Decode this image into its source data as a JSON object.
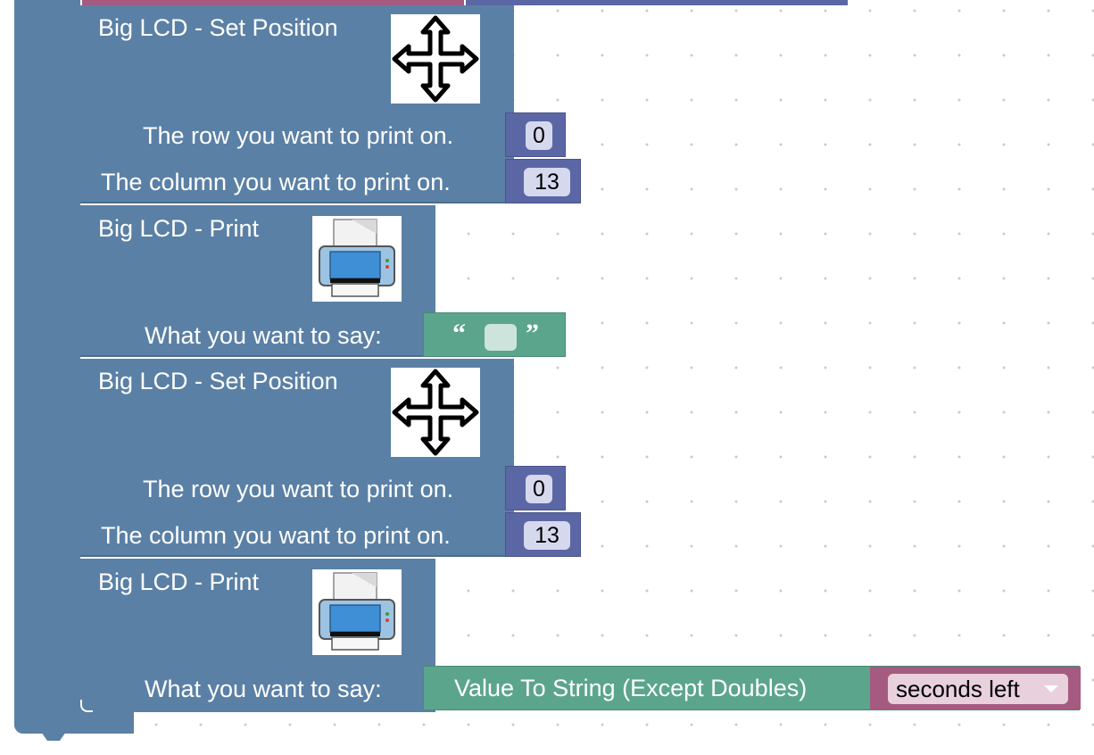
{
  "blocks": [
    {
      "title": "Big LCD - Set Position",
      "icon": "move-arrows-icon",
      "row_label": "The row you want to print on.",
      "row_value": "0",
      "col_label": "The column you want to print on.",
      "col_value": "13"
    },
    {
      "title": "Big LCD - Print",
      "icon": "printer-icon",
      "say_label": "What you want to say:",
      "say_value": ""
    },
    {
      "title": "Big LCD - Set Position",
      "icon": "move-arrows-icon",
      "row_label": "The row you want to print on.",
      "row_value": "0",
      "col_label": "The column you want to print on.",
      "col_value": "13"
    },
    {
      "title": "Big LCD - Print",
      "icon": "printer-icon",
      "say_label": "What you want to say:",
      "value_to_string_label": "Value To String (Except Doubles)",
      "variable_label": "seconds left"
    }
  ],
  "colors": {
    "lcd_block": "#5b80a5",
    "math_block": "#5b67a5",
    "text_block": "#5ba58c",
    "variable_block": "#a55b80",
    "workspace_bg": "#ffffff"
  }
}
